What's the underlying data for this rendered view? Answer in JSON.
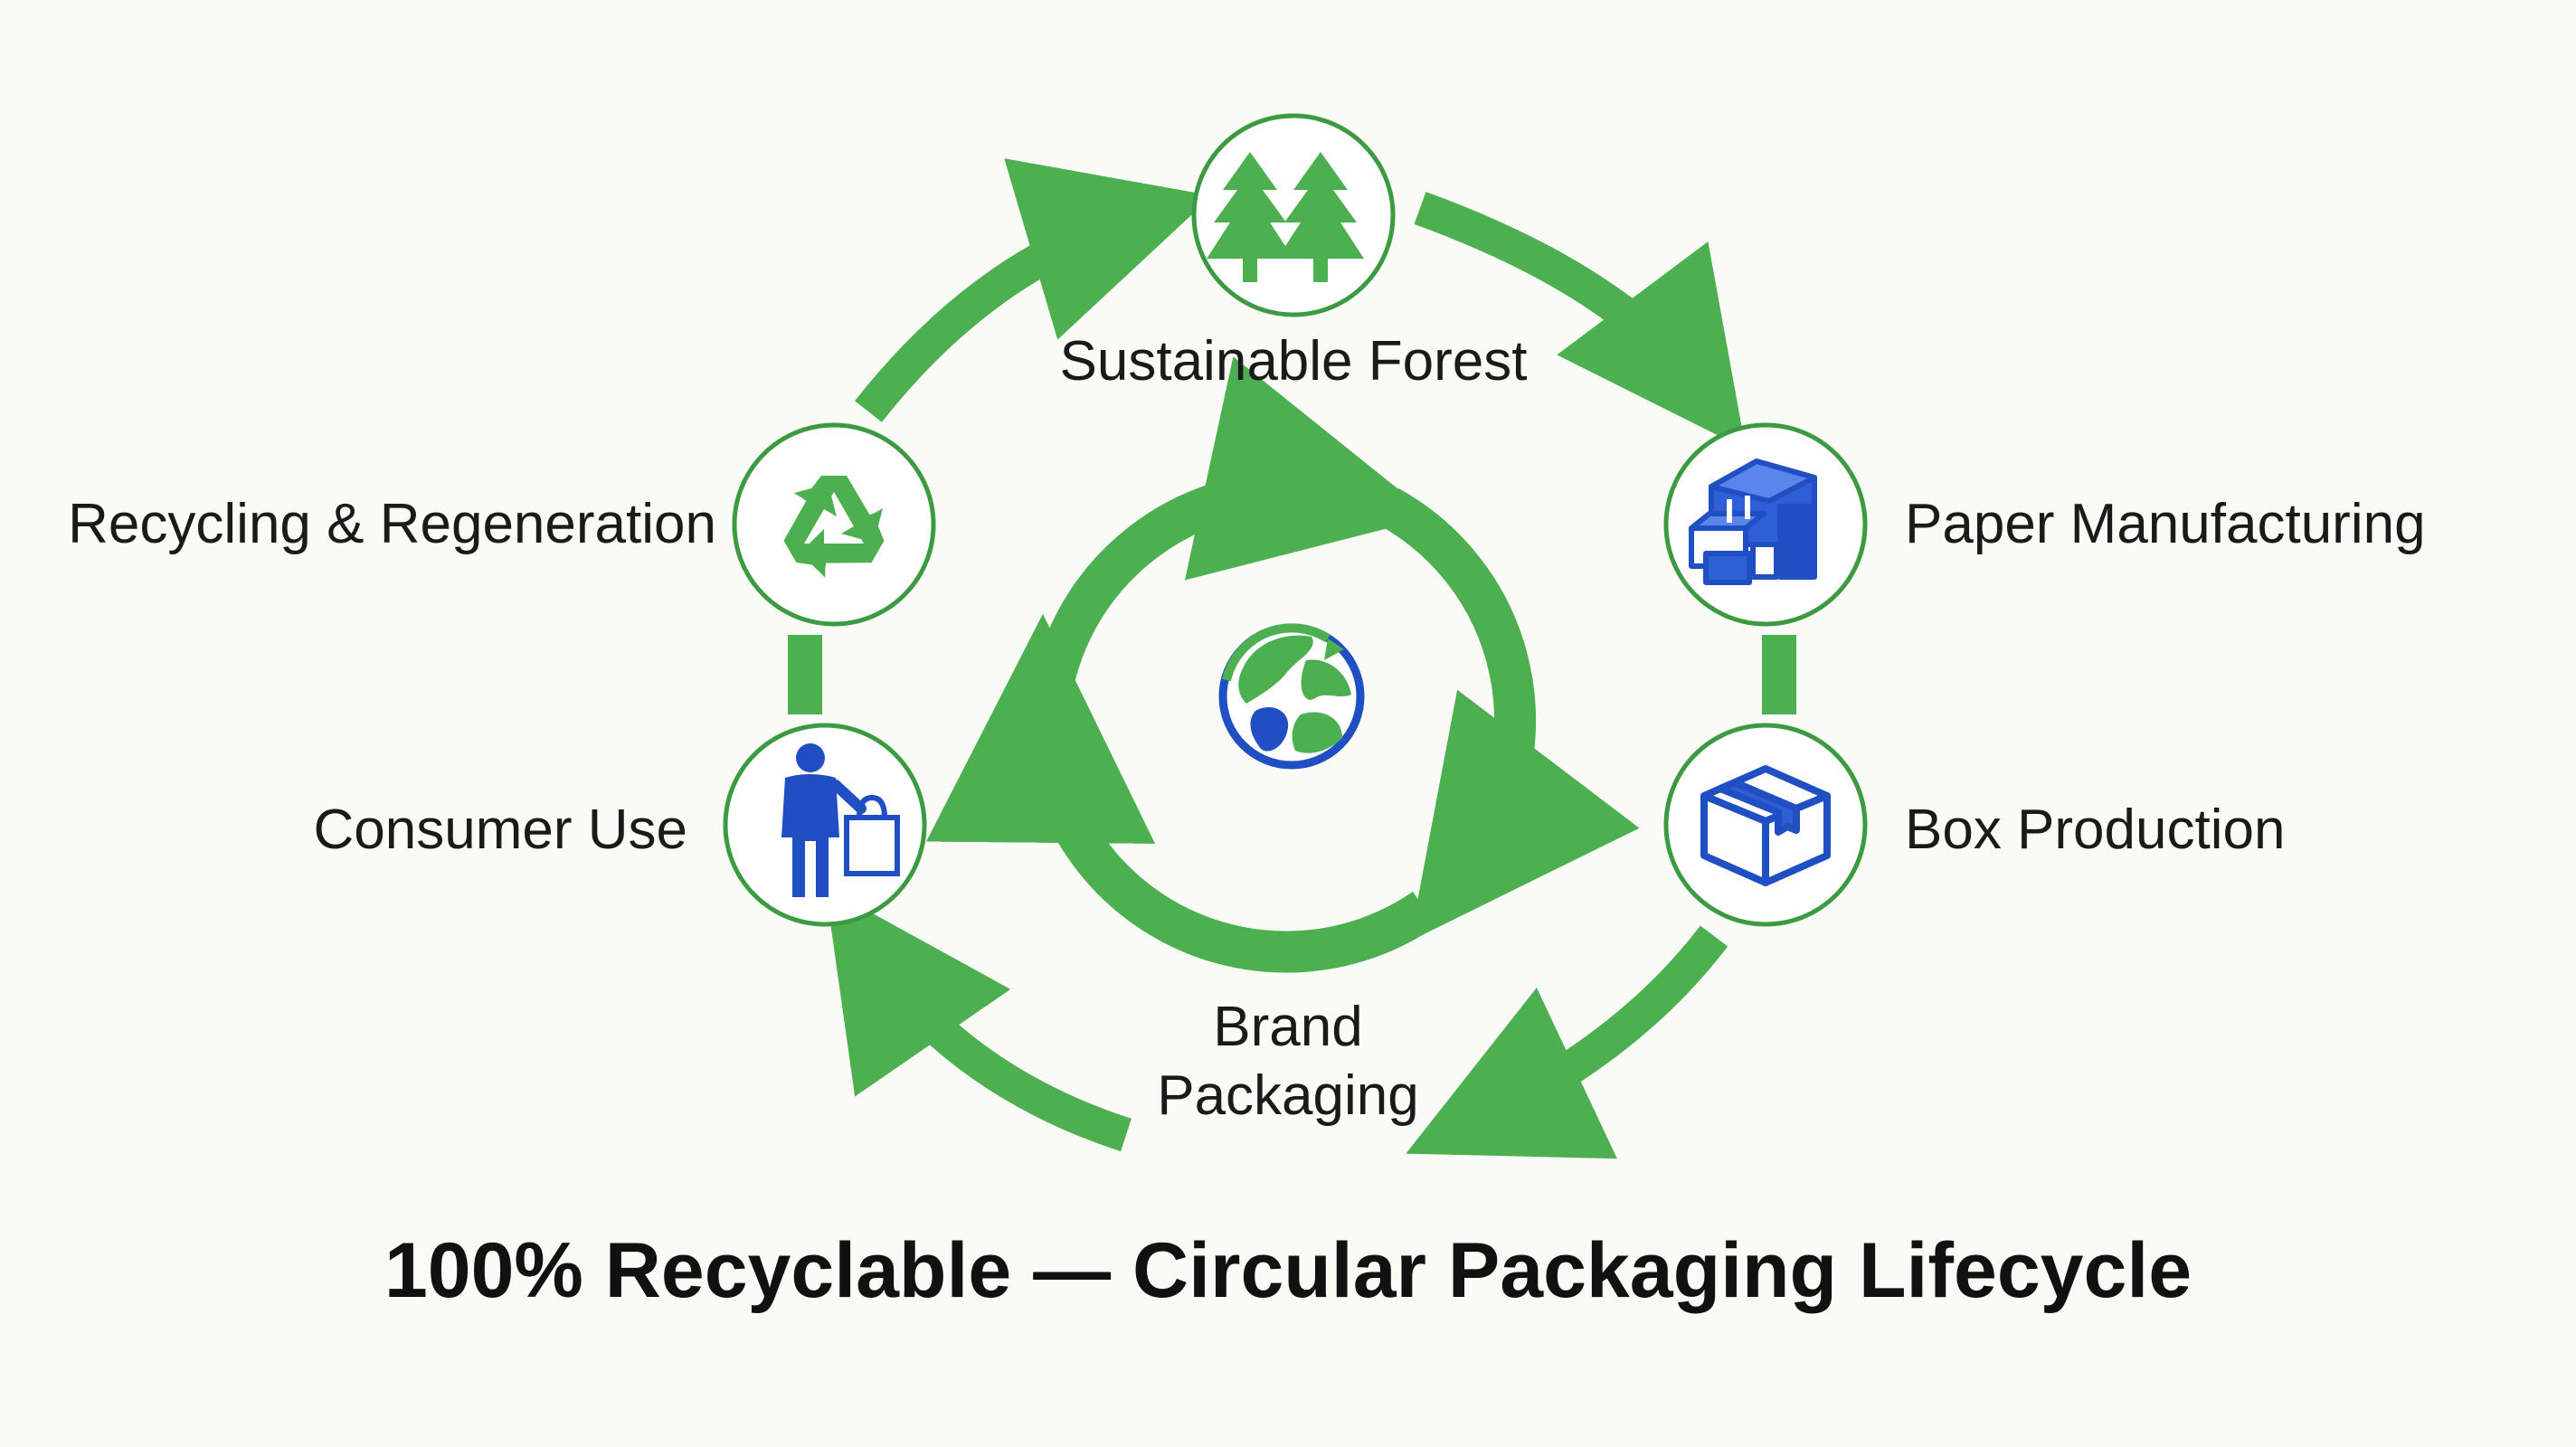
{
  "stages": {
    "forest": {
      "label": "Sustainable Forest",
      "icon": "trees-icon"
    },
    "paper": {
      "label": "Paper Manufacturing",
      "icon": "factory-icon"
    },
    "box": {
      "label": "Box Production",
      "icon": "box-icon"
    },
    "brand": {
      "label_line1": "Brand",
      "label_line2": "Packaging"
    },
    "consumer": {
      "label": "Consumer Use",
      "icon": "person-shopping-bag-icon"
    },
    "recycling": {
      "label": "Recycling & Regeneration",
      "icon": "recycle-icon"
    }
  },
  "center": {
    "icon": "globe-recycle-icon"
  },
  "title": "100% Recyclable — Circular Packaging Lifecycle",
  "colors": {
    "green": "#4caf50",
    "dark_green": "#3c9a41",
    "blue": "#1f4fc2",
    "background": "#fafaf6"
  }
}
